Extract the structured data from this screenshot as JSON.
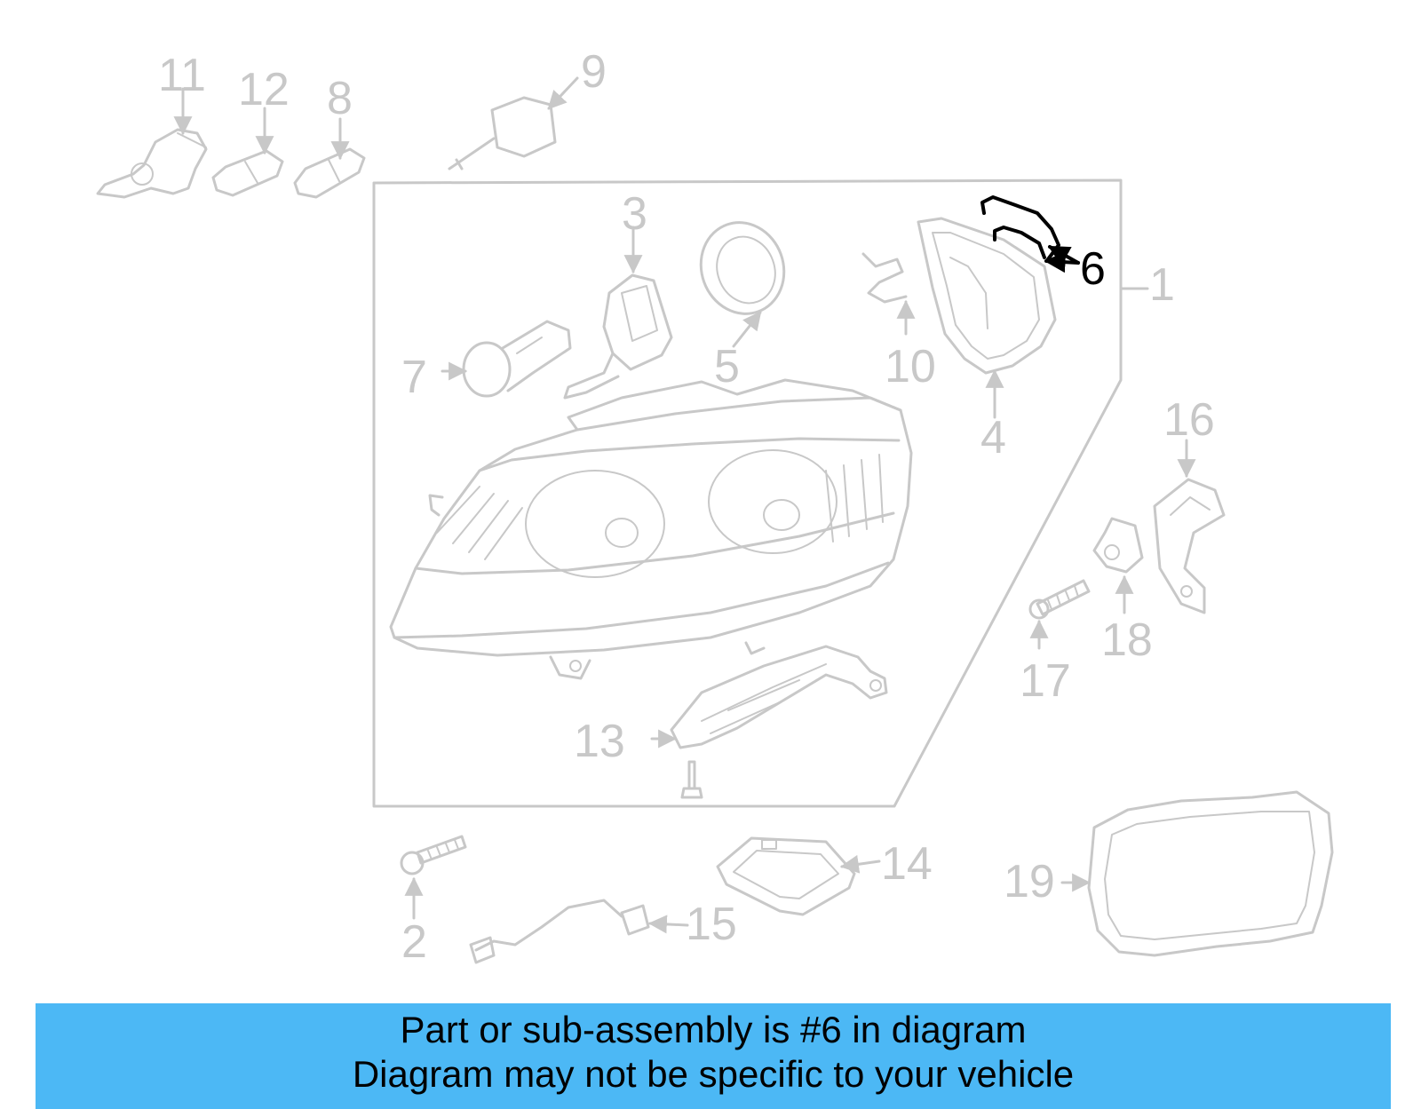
{
  "diagram": {
    "labels": {
      "p1": "1",
      "p2": "2",
      "p3": "3",
      "p4": "4",
      "p5": "5",
      "p6": "6",
      "p7": "7",
      "p8": "8",
      "p9": "9",
      "p10": "10",
      "p11": "11",
      "p12": "12",
      "p13": "13",
      "p14": "14",
      "p15": "15",
      "p16": "16",
      "p17": "17",
      "p18": "18",
      "p19": "19"
    },
    "highlighted_part": "6",
    "colors": {
      "line": "#c8c8c8",
      "highlight": "#000000",
      "banner": "#4cb8f5"
    }
  },
  "banner": {
    "line1": "Part or sub-assembly is #6 in diagram",
    "line2": "Diagram may not be specific to your vehicle"
  }
}
